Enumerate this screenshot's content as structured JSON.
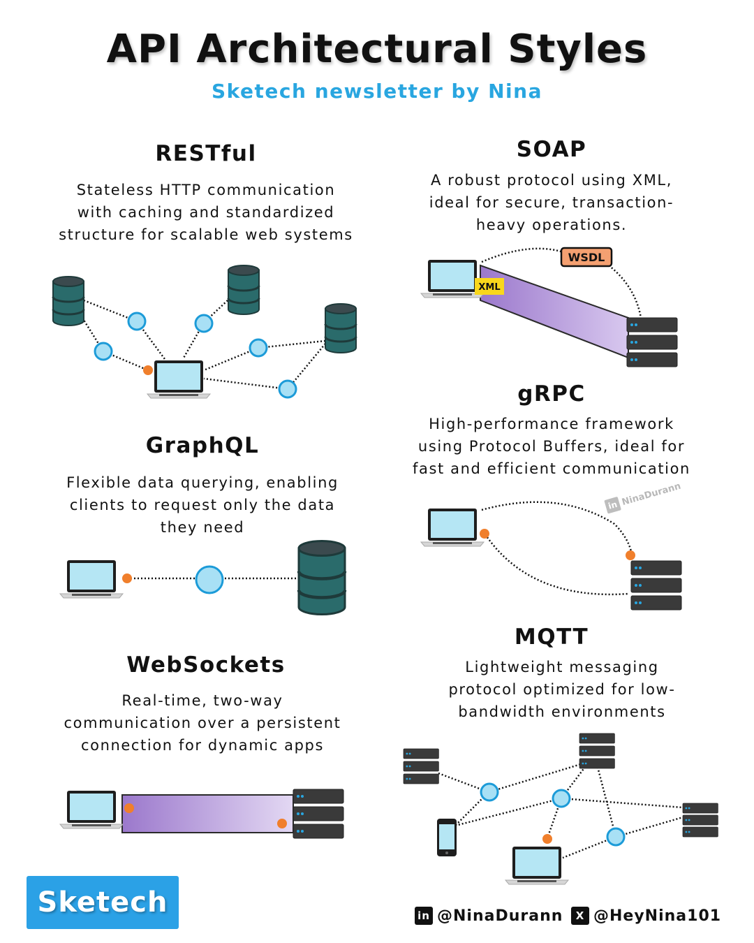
{
  "header": {
    "title": "API Architectural Styles",
    "subtitle": "Sketech newsletter by Nina"
  },
  "sections": {
    "restful": {
      "heading": "RESTful",
      "lines": [
        "Stateless HTTP communication",
        "with caching and standardized",
        "structure for scalable web systems"
      ]
    },
    "soap": {
      "heading": "SOAP",
      "lines": [
        "A robust protocol using XML,",
        "ideal for secure, transaction-",
        "heavy operations."
      ],
      "tag_xml": "XML",
      "tag_wsdl": "WSDL"
    },
    "graphql": {
      "heading": "GraphQL",
      "lines": [
        "Flexible data querying, enabling",
        "clients to request only the data",
        "they need"
      ]
    },
    "grpc": {
      "heading": "gRPC",
      "lines": [
        "High-performance framework",
        "using Protocol Buffers, ideal for",
        "fast and efficient communication"
      ]
    },
    "websockets": {
      "heading": "WebSockets",
      "lines": [
        "Real-time, two-way",
        "communication over a persistent",
        "connection for dynamic apps"
      ]
    },
    "mqtt": {
      "heading": "MQTT",
      "lines": [
        "Lightweight messaging",
        "protocol optimized for low-",
        "bandwidth environments"
      ]
    }
  },
  "footer": {
    "brand": "Sketech",
    "linkedin_icon": "in",
    "linkedin_handle": "@NinaDurann",
    "x_icon": "X",
    "x_handle": "@HeyNina101",
    "watermark_icon": "in",
    "watermark": "NinaDurann"
  },
  "colors": {
    "accent": "#29a6e0",
    "database": "#2a6b6b",
    "node": "#a8e0f5",
    "node_stroke": "#1c9bd8",
    "connector": "#f07f2c",
    "pipe": "#a987d4",
    "wsdl": "#f4a071",
    "xml": "#f9d71c",
    "server": "#3a3a3a",
    "badge": "#2ba1e6"
  }
}
